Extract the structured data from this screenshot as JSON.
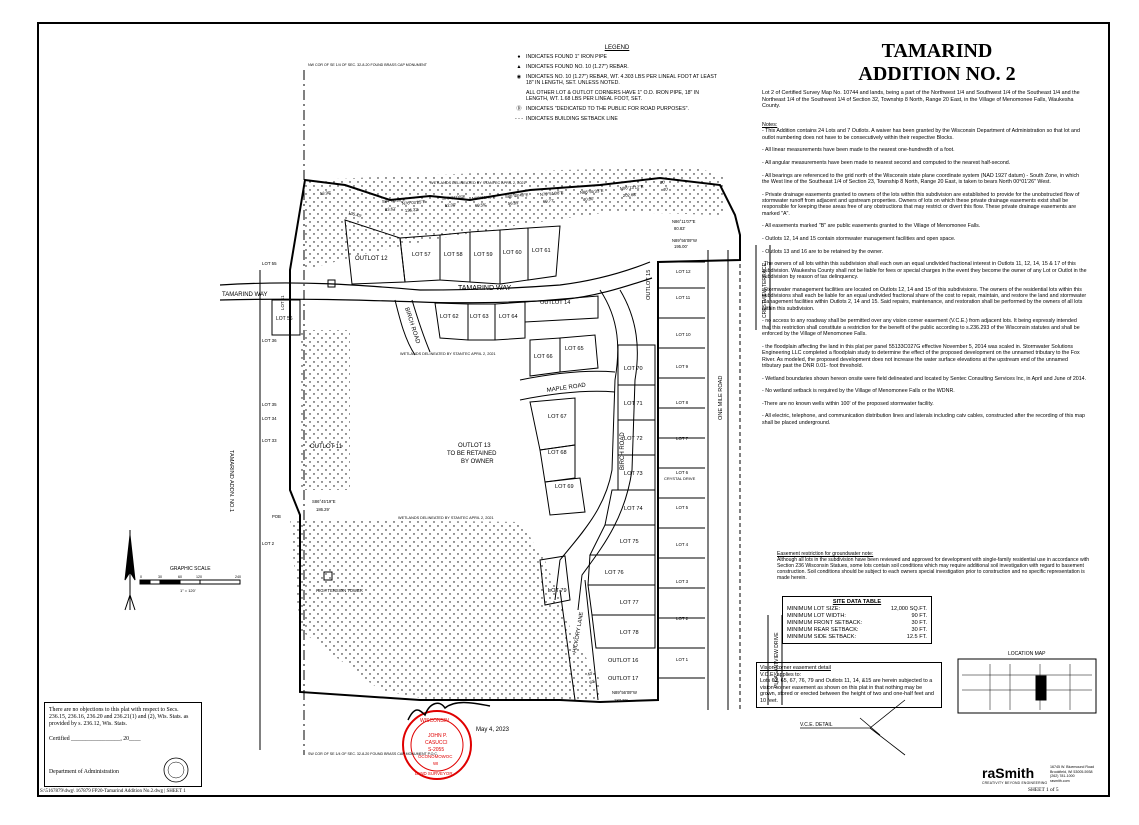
{
  "title": {
    "line1": "TAMARIND",
    "line2": "ADDITION NO. 2"
  },
  "description": "Lot 2 of Certified Survey Map No. 10744 and lands, being a part of the Northwest 1/4 and Southwest 1/4 of the Southeast 1/4 and the Northeast 1/4 of the Southwest 1/4 of Section 32, Township 8 North, Range 20 East, in the Village of Menomonee Falls, Waukesha County.",
  "notes": {
    "heading": "Notes:",
    "items": [
      "- This Addition contains 24 Lots and 7 Outlots. A waiver has been granted by the Wisconsin Department of Administration so that lot and outlot numbering does not have to be consecutively within their respective Blocks.",
      "- All linear measurements have been made to the nearest one-hundredth of a foot.",
      "- All angular measurements have been made to nearest second and computed to the nearest half-second.",
      "- All bearings are referenced to the grid north of the Wisconsin state plane coordinate system (NAD 1927 datum) - South Zone, in which the West line of the Southeast 1/4 of Section 23, Township 8 North, Range 20 East, is taken to bears North 00°01'26\" West.",
      "- Private drainage easements granted to owners of the lots within this subdivision are established to provide for the unobstructed flow of stormwater runoff from adjacent and upstream properties. Owners of lots on which these private drainage easements exist shall be responsible for keeping these areas free of any obstructions that may restrict or divert this flow. These private drainage easements are marked \"A\".",
      "- All easements marked \"B\" are public easements granted to the Village of Menomonee Falls.",
      "- Outlots 12, 14 and 15 contain stormwater management facilities and open space.",
      "- Outlots 13 and 16 are to be retained by the owner.",
      "-The owners of all lots within this subdivision shall each own an equal undivided fractional interest in Outlots 11, 12, 14, 15 & 17 of this subdivision. Waukesha County shall not be liable for fees or special charges in the event they become the owner of any Lot or Outlot in the subdivision by reason of tax delinquency.",
      "-Stormwater management facilities are located on Outlots 12, 14 and 15 of this subdivisions. The owners of the residential lots within this subdivisions shall each be liable for an equal undivided fractional share of the cost to repair, maintain, and restore the land and stormwater management facilities within Outlots 2, 14 and 15. Said repairs, maintenance, and restoration shall be performed by the owners of all lots within this subdivision.",
      "- no access to any roadway shall be permitted over any vision corner easement (V.C.E.) from adjacent lots. It being expressly intended that this restriction shall constitute a restriction for the benefit of the public according to s.236.293 of the Wisconsin statutes and shall be enforced by the Village of Menomonee Falls.",
      "- the floodplain affecting the land in this plat per panel 55133C027G effective November 5, 2014 was scaled in. Stormwater Solutions Engineering LLC completed a floodplain study to determine the effect of the proposed development on the unnamed tributary to the Fox River. As modeled, the proposed development does not increase the water surface elevations at the upstream end of the unnamed tributary past the DNR 0.01- foot threshold.",
      "- Wetland boundaries shown hereon onsite were field delineated and located by Sentec Consulting Services Inc, in April and June of 2014.",
      "- No wetland setback is required by the Village of Menomonee Falls or the WDNR.",
      "-There are no known wells within 100' of the proposed stormwater facility.",
      "- All electric, telephone, and communication distribution lines and laterals including catv cables, constructed after the recording of this map shall be placed underground."
    ]
  },
  "legend": {
    "heading": "LEGEND",
    "items": [
      {
        "symbol": "●",
        "text": "INDICATES FOUND 1\" IRON PIPE"
      },
      {
        "symbol": "▲",
        "text": "INDICATES FOUND NO. 10 (1.27\") REBAR."
      },
      {
        "symbol": "◉",
        "text": "INDICATES NO. 10 (1.27\") REBAR, WT. 4.303 LBS PER LINEAL FOOT AT LEAST 18\" IN LENGTH, SET. UNLESS NOTED."
      },
      {
        "symbol": "",
        "text": "ALL OTHER LOT & OUTLOT CORNERS HAVE 1\" O.D. IRON PIPE, 18\" IN LENGTH, WT. 1.68 LBS PER LINEAL FOOT, SET."
      },
      {
        "symbol": "Ⓓ",
        "text": "INDICATES \"DEDICATED TO THE PUBLIC FOR ROAD PURPOSES\"."
      },
      {
        "symbol": "- - -",
        "text": "INDICATES BUILDING SETBACK LINE"
      }
    ]
  },
  "groundwater": {
    "heading": "Easement restriction for groundwater note:",
    "text": "Although all lots in the subdivision have been reviewed and approved for development with single-family residential use in accordance with Section 236 Wisconsin Statues, some lots contain soil conditions which may require additional soil investigation with regard to basement construction. Soil conditions should be subject to each owners special investigation prior to construction and no specific representation is made herein."
  },
  "site_data": {
    "heading": "SITE DATA TABLE",
    "rows": [
      {
        "label": "MINIMUM LOT SIZE:",
        "value": "12,000 SQ.FT."
      },
      {
        "label": "MINIMUM LOT WIDTH:",
        "value": "90 FT."
      },
      {
        "label": "MINIMUM FRONT SETBACK:",
        "value": "30 FT."
      },
      {
        "label": "MINIMUM REAR SETBACK:",
        "value": "30 FT."
      },
      {
        "label": "MINIMUM SIDE SETBACK:",
        "value": "12.5 FT."
      }
    ]
  },
  "vce": {
    "heading": "Vision corner easement detail",
    "line1": "V.C.E. applies to:",
    "text": "Lots 62, 65, 67, 76, 79 and Outlots 11, 14, &15 are herein subjected to a vision corner easement as shown on this plat in that nothing may be grown, stored or erected between the height of two and one-half feet and 10 feet.",
    "detail": "V.C.E. DETAIL"
  },
  "location_map": {
    "heading": "LOCATION MAP"
  },
  "no_objection": {
    "text": "There are no objections to this plat with respect to Secs. 236.15, 236.16, 236.20 and 236.21(1) and (2), Wis. Stats. as provided by s. 236.12, Wis. Stats.",
    "certified": "Certified _________________, 20____",
    "dept": "Department of Administration"
  },
  "footer": {
    "file": "S:\\5167879\\dwg\\ 167879 FP20-Tamarind Addition No.2.dwg | SHEET 1",
    "sheet": "SHEET 1 of 5"
  },
  "firm": {
    "logo": "raSmith",
    "tagline": "CREATIVITY BEYOND ENGINEERING",
    "address": [
      "16745 W. Bluemound Road",
      "Brookfield, WI 53005-5938",
      "(262) 781-1000",
      "rasmith.com"
    ]
  },
  "signature": {
    "name": "John P. Casucci",
    "date": "May 4, 2023"
  },
  "seal": {
    "lines": [
      "WISCONSIN",
      "JOHN P.",
      "CASUCCI",
      "S-2055",
      "OCONOMOWOC",
      "WI",
      "LAND SURVEYOR"
    ]
  },
  "graphic_scale": {
    "label": "GRAPHIC SCALE",
    "ticks": [
      "0",
      "30",
      "60",
      "120",
      "240"
    ],
    "ratio": "1\" = 120'"
  },
  "plat": {
    "streets": [
      "TAMARIND WAY",
      "TAMARIND WAY",
      "BIRCH ROAD",
      "BIRCH ROAD",
      "MAPLE ROAD",
      "HICKORY LANE",
      "ONE MILE ROAD",
      "CRESTVIEW TERRACE",
      "PLEASANTVIEW DRIVE",
      "TAMARIND ADDN. NO.1"
    ],
    "lots": [
      "LOT 57",
      "LOT 58",
      "LOT 59",
      "LOT 60",
      "LOT 61",
      "LOT 62",
      "LOT 63",
      "LOT 64",
      "LOT 65",
      "LOT 66",
      "LOT 67",
      "LOT 68",
      "LOT 69",
      "LOT 70",
      "LOT 71",
      "LOT 72",
      "LOT 73",
      "LOT 74",
      "LOT 75",
      "LOT 76",
      "LOT 77",
      "LOT 78",
      "LOT 79",
      "LOT 56"
    ],
    "outlots": [
      "OUTLOT 11",
      "OUTLOT 12",
      "OUTLOT 13",
      "TO BE RETAINED",
      "BY OWNER",
      "OUTLOT 14",
      "OUTLOT 15",
      "OUTLOT 16",
      "OUTLOT 17"
    ],
    "adjacent_lots": [
      "LOT 12",
      "LOT 11",
      "LOT 10",
      "LOT 9",
      "LOT 8",
      "LOT 7",
      "LOT 6",
      "LOT 5",
      "LOT 4",
      "LOT 3",
      "LOT 2",
      "LOT 1",
      "LOT 55",
      "LOT 36",
      "LOT 35",
      "LOT 34",
      "LOT 33",
      "LOT 2",
      "LOT 41"
    ],
    "wetlands": [
      "WETLANDS DELINEATED BY STANTEC APRIL 2, 2021",
      "WETLANDS DELINEATED BY STANTEC APRIL 2, 2021",
      "WETLANDS DELINEATED BY STANTEC APRIL 2, 2021"
    ],
    "dims": [
      "N89°56'09\"W",
      "195.00'",
      "N89°56'09\"W",
      "187.29'",
      "S86°45'19\"E",
      "186.29'",
      "N86°11'07\"E",
      "80.83'",
      "135.43'",
      "S84°08'36\"E",
      "83.61'",
      "53.90'",
      "N76°03'25\"E",
      "136.32'",
      "S70°31'00\"E",
      "52.00'",
      "N80°36'48\"E",
      "60.55'",
      "S86°48'40\"E",
      "56.89'",
      "N79°51'08\"E",
      "60.77'",
      "N86°55'33\"E",
      "40.00'",
      "N06°13'12\"E",
      "202.68'",
      "80'",
      "40'",
      "40'",
      "60'"
    ],
    "corners": [
      "NW COR OF SE 1/4 OF SEC. 32-8-20 FOUND BRASS CAP MONUMENT",
      "SW COR OF SE 1/4 OF SEC. 32-8-20 FOUND BRASS CAP MONUMENT P.O.C."
    ],
    "misc": [
      "HIGH TENSION TOWER",
      "POB",
      "CRYSTAL DRIVE"
    ]
  }
}
